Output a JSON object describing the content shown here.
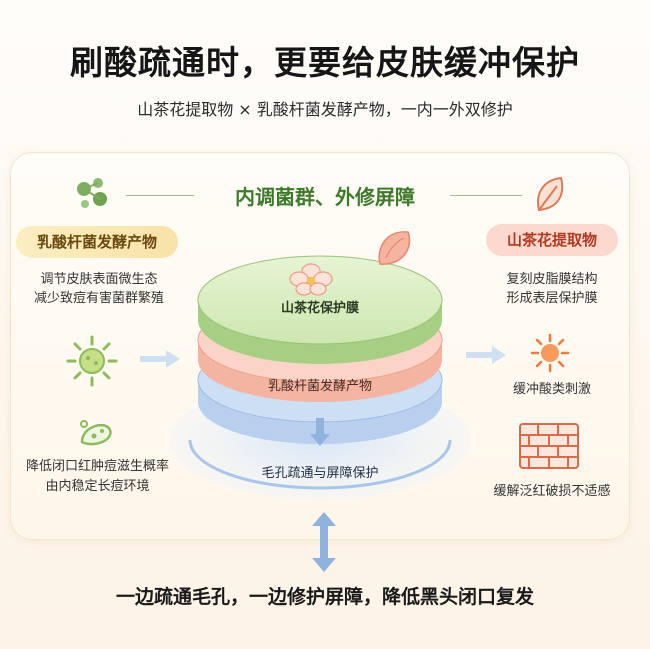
{
  "title": "刷酸疏通时，更要给皮肤缓冲保护",
  "subtitle": "山茶花提取物 × 乳酸杆菌发酵产物，一内一外双修护",
  "card": {
    "heading": "内调菌群、外修屏障",
    "left": {
      "pill": "乳酸杆菌发酵产物",
      "desc1_line1": "调节皮肤表面微生态",
      "desc1_line2": "减少致痘有害菌群繁殖",
      "desc2_line1": "降低闭口红肿痘滋生概率",
      "desc2_line2": "由内稳定长痘环境"
    },
    "right": {
      "pill": "山茶花提取物",
      "desc1_line1": "复刻皮脂膜结构",
      "desc1_line2": "形成表层保护膜",
      "desc2": "缓冲酸类刺激",
      "desc3": "缓解泛红破损不适感"
    },
    "layers": {
      "top": "山茶花保护膜",
      "middle": "乳酸杆菌发酵产物",
      "base": "毛孔疏通与屏障保护"
    }
  },
  "footer": "一边疏通毛孔，一边修护屏障，降低黑头闭口复发",
  "icons": {
    "left_header": "bacteria-cluster-icon",
    "right_header": "leaf-icon",
    "sun": "microbe-sun-icon",
    "probiotic": "probiotic-icon",
    "soothe": "sun-burst-icon",
    "barrier": "brick-wall-icon",
    "petal": "camellia-petal-icon",
    "flower": "camellia-flower-icon"
  },
  "colors": {
    "green": "#3f7a2c",
    "pink": "#f08a76",
    "blue": "#8fb3dd",
    "orange": "#f07b3e"
  }
}
